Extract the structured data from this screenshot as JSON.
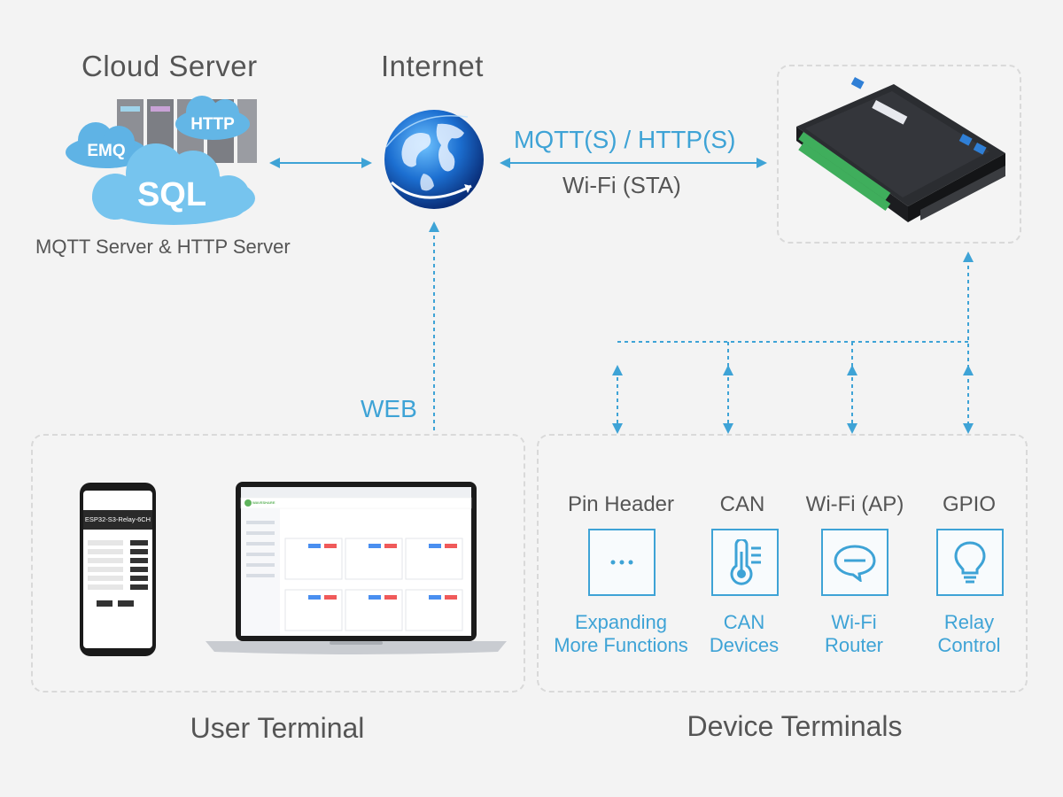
{
  "cloud": {
    "title": "Cloud Server",
    "subtitle": "MQTT Server & HTTP Server",
    "tags": {
      "emq": "EMQ",
      "http": "HTTP",
      "sql": "SQL"
    }
  },
  "internet": {
    "title": "Internet"
  },
  "link_top": {
    "protocol": "MQTT(S) / HTTP(S)",
    "wifi": "Wi-Fi (STA)"
  },
  "link_web": {
    "label": "WEB"
  },
  "user_terminal": {
    "label": "User Terminal",
    "phone_title": "ESP32-S3-Relay-6CH",
    "laptop_brand": "WAVESHARE"
  },
  "device_terminals": {
    "label": "Device Terminals",
    "items": [
      {
        "label": "Pin Header",
        "icon": "dots-icon",
        "caption1": "Expanding",
        "caption2": "More Functions"
      },
      {
        "label": "CAN",
        "icon": "thermometer-icon",
        "caption1": "CAN",
        "caption2": "Devices"
      },
      {
        "label": "Wi-Fi (AP)",
        "icon": "chat-bubble-icon",
        "caption1": "Wi-Fi",
        "caption2": "Router"
      },
      {
        "label": "GPIO",
        "icon": "lightbulb-icon",
        "caption1": "Relay",
        "caption2": "Control"
      }
    ]
  },
  "colors": {
    "accent": "#3ea3d6",
    "background": "#f3f3f3",
    "panel_border": "#d9d9d9",
    "text": "#555555"
  }
}
